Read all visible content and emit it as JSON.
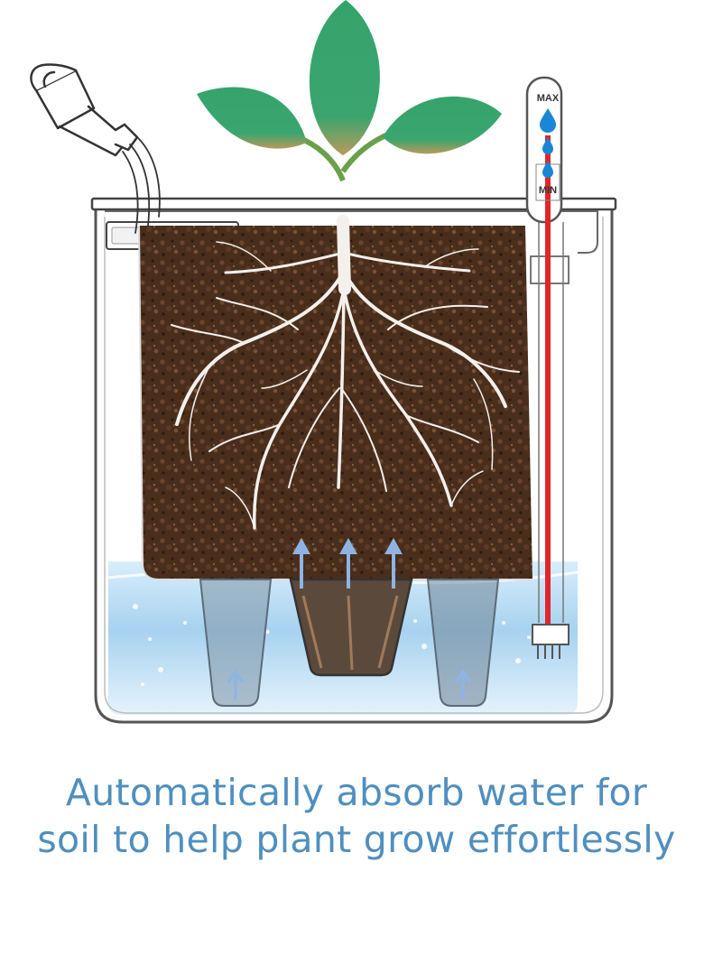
{
  "caption": {
    "line1": "Automatically absorb water for",
    "line2": "soil to help plant grow effortlessly"
  },
  "gauge": {
    "max_label": "MAX",
    "min_label": "MIN"
  },
  "colors": {
    "caption": "#4f8fbf",
    "soil": "#4a2e1c",
    "water": "#a9d4ef",
    "leaf": "#3aa56f",
    "indicator_rod": "#e0262b",
    "water_drop": "#1a86d6",
    "arrow": "#8fb4e3"
  },
  "icons": [
    "watering-can-icon",
    "water-drop-icon",
    "up-arrow-icon"
  ]
}
